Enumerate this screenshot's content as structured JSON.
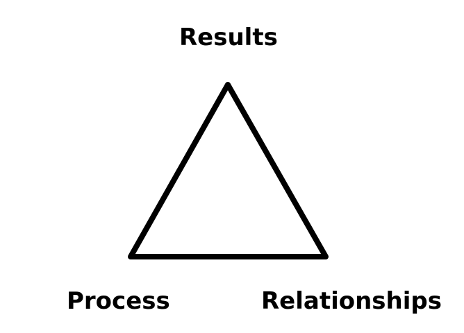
{
  "labels": {
    "top": "Results",
    "bottom_left": "Process",
    "bottom_right": "Relationships"
  },
  "colors": {
    "background": "#ffffff",
    "stroke": "#000000",
    "text": "#000000"
  }
}
